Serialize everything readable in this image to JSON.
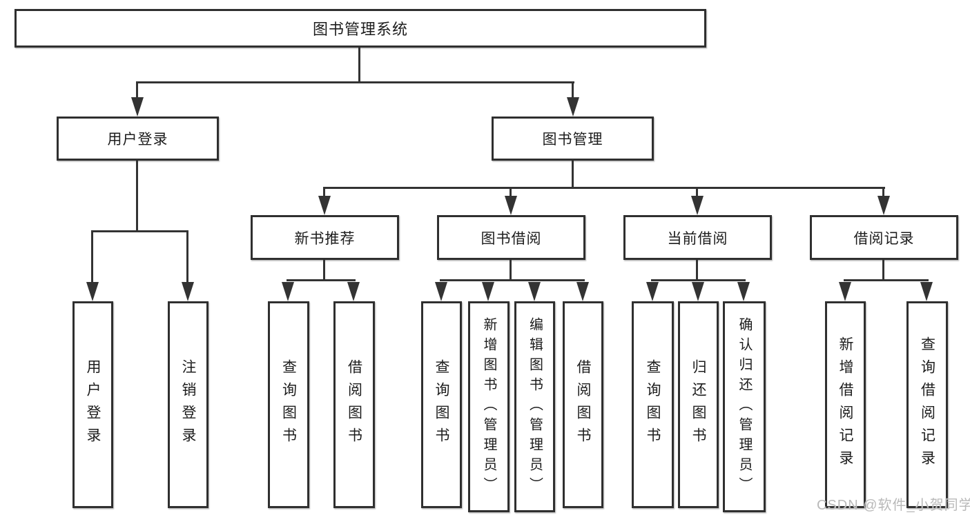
{
  "tree": {
    "root": {
      "label": "图书管理系统",
      "children": [
        {
          "label": "用户登录",
          "children": [
            {
              "label": "用户登录"
            },
            {
              "label": "注销登录"
            }
          ]
        },
        {
          "label": "图书管理",
          "children": [
            {
              "label": "新书推荐",
              "children": [
                {
                  "label": "查询图书"
                },
                {
                  "label": "借阅图书"
                }
              ]
            },
            {
              "label": "图书借阅",
              "children": [
                {
                  "label": "查询图书"
                },
                {
                  "label": "新增图书（管理员）"
                },
                {
                  "label": "编辑图书（管理员）"
                },
                {
                  "label": "借阅图书"
                }
              ]
            },
            {
              "label": "当前借阅",
              "children": [
                {
                  "label": "查询图书"
                },
                {
                  "label": "归还图书"
                },
                {
                  "label": "确认归还（管理员）"
                }
              ]
            },
            {
              "label": "借阅记录",
              "children": [
                {
                  "label": "新增借阅记录"
                },
                {
                  "label": "查询借阅记录"
                }
              ]
            }
          ]
        }
      ]
    }
  },
  "watermark": {
    "text": "CSDN @软件_小贺同学"
  },
  "colors": {
    "line": "#333333",
    "border": "#2f2f2f",
    "text": "#1c1c1c",
    "watermark": "#b9b9b9",
    "background": "#ffffff"
  }
}
